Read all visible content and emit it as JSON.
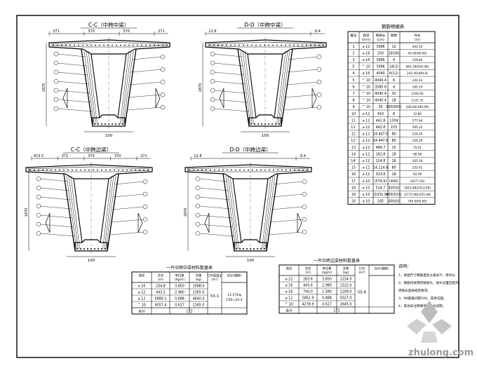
{
  "sections": [
    {
      "title": "C-C（中跨中梁）",
      "dim_top": [
        "371",
        "370",
        "370",
        "271"
      ],
      "height": "1870",
      "bottom": "100"
    },
    {
      "title": "D-D（中跨中梁）",
      "dim_top": [
        "12.8",
        "8.4"
      ],
      "height": "1870",
      "bottom": "100"
    },
    {
      "title": "C-C（中跨边梁）",
      "dim_top": [
        "413.5",
        "371",
        "370",
        "370",
        "271"
      ],
      "height": "1870",
      "bottom": "100"
    },
    {
      "title": "D-D（中跨边梁）",
      "dim_top": [
        "12.8",
        "8.4"
      ],
      "height": "1870",
      "bottom": "100"
    }
  ],
  "rebar_table": {
    "title": "钢筋明细表",
    "headers": [
      "编号",
      "直径\n(mm)",
      "每根长\n(cm)",
      "根数",
      "共长\n(m)"
    ],
    "rows": [
      [
        "1",
        "⌀ 12",
        "3996",
        "12",
        "443.52"
      ],
      [
        "2",
        "⌀ 16",
        "250",
        "18(36)",
        "45.00(90.00)"
      ],
      [
        "3",
        "⌀ 16",
        "3996",
        "4",
        "159.84"
      ],
      [
        "3'",
        "^ 10",
        "3996",
        "18(3)",
        "661.28(639.36)"
      ],
      [
        "4",
        "⌀ 16",
        "4040",
        "6(12)",
        "242.40(484.8)"
      ],
      [
        "5",
        "^ 10",
        "4040.4",
        "6",
        "242.42"
      ],
      [
        "6",
        "^ 10",
        "3580.8",
        "4",
        "165.23"
      ],
      [
        "7",
        "^ 10",
        "4040.4",
        "32",
        "1292.93"
      ],
      [
        "8",
        "^ 10",
        "4040.4",
        "28",
        "1131.31"
      ],
      [
        "9",
        "^ 10",
        "30",
        "800(600)",
        "240.00(180.00)"
      ],
      [
        "10",
        "⌀ 12",
        "410",
        "8",
        "32.80"
      ],
      [
        "11",
        "⌀ 12",
        "442.8",
        "1304",
        "577.64"
      ],
      [
        "11'",
        "⌀ 12",
        "442.8",
        "153",
        "595.22"
      ],
      [
        "12",
        "⌀ 12",
        "14.447.8",
        "80",
        "226.20"
      ],
      [
        "12'",
        "⌀ 12",
        "14.447.8",
        "80",
        "226.20"
      ],
      [
        "13",
        "⌀ 12",
        "466.7",
        "15",
        "70.01"
      ],
      [
        "14",
        "⌀ 12",
        "162.8",
        "18",
        "68.58"
      ],
      [
        "14'",
        "⌀ 12",
        "224.8",
        "18",
        "265.50"
      ],
      [
        "15",
        "⌀ 12",
        "14.224.8",
        "80",
        "232.61"
      ],
      [
        "16",
        "⌀ 12",
        "323.8",
        "18",
        "64.58"
      ],
      [
        "17",
        "⌀ 10",
        "(578.9)",
        "(400)",
        "(2477.20)"
      ],
      [
        "18",
        "⌀ 10",
        "534.7",
        "400(0)",
        "1819.48(2413.00)"
      ],
      [
        "19",
        "⌀ 10",
        "(1031.9)",
        "400(520)",
        "(2772.08)(255.48)"
      ],
      [
        "20",
        "⌀ 10",
        "185",
        "400(0)",
        "740.00(0.00)"
      ]
    ]
  },
  "qty_table_1": {
    "title": "一片中跨中梁材料数量表",
    "headers": [
      "直径",
      "总长\n(m)",
      "单位重\n(kg/m)",
      "总重\n(kg)",
      "C50混凝土\n(m³)",
      "合计(钢筋)"
    ],
    "rows": [
      [
        "⌀ 16",
        "234.8",
        "3.850",
        "1088.0"
      ],
      [
        "⌀ 22",
        "443.5",
        "2.980",
        "1365.0"
      ],
      [
        "⌀ 12",
        "5880.1",
        "0.888",
        "4640.0"
      ],
      [
        "^ 10",
        "4057.4",
        "0.617",
        "2165.0"
      ]
    ],
    "concrete": "53.1",
    "total_note": "12.57t/φ\nC50=24.4",
    "footer_label": "合计",
    "footer_value": "172"
  },
  "qty_table_2": {
    "title": "一片中跨边梁材料数量表",
    "headers": [
      "直径",
      "总长\n(m)",
      "单位重\n(kg/m)",
      "总重\n(kg)",
      "C50\n(m³)",
      "合计(钢筋)"
    ],
    "rows": [
      [
        "⌀ 22",
        "283.6",
        "3.850",
        "1154.0"
      ],
      [
        "⌀ 16",
        "443.6",
        "2.980",
        "1322.0"
      ],
      [
        "⌀ 16",
        "740.0",
        "1.580",
        "1169.0"
      ],
      [
        "⌀ 12",
        "5861.9",
        "0.888",
        "5027.0"
      ],
      [
        "^ 10",
        "4278.9",
        "0.617",
        "2645.0"
      ]
    ],
    "concrete": "55.6",
    "footer_label": "合计",
    "footer_value": "172"
  },
  "notes": {
    "title": "说明：",
    "lines": [
      "1、本图尺寸钢筋直径以毫米计，余均以",
      "2、钢筋均采用焊接接头，接头位置应错开，",
      "   焊接长度按规范要求。",
      "3、N9箍筋间距100，其余见图。",
      "4、其他未注明事项详见总说明。"
    ]
  },
  "watermark": "zhulong.com"
}
